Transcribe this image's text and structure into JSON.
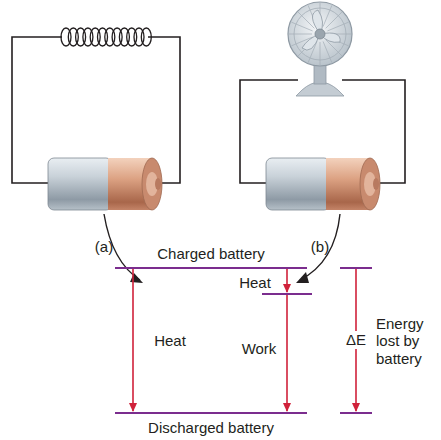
{
  "diagram": {
    "labels": [
      "(a)",
      "(b)",
      "Charged battery",
      "Heat",
      "Heat",
      "Work",
      "ΔE",
      "Energy lost by battery",
      "Discharged battery"
    ]
  }
}
